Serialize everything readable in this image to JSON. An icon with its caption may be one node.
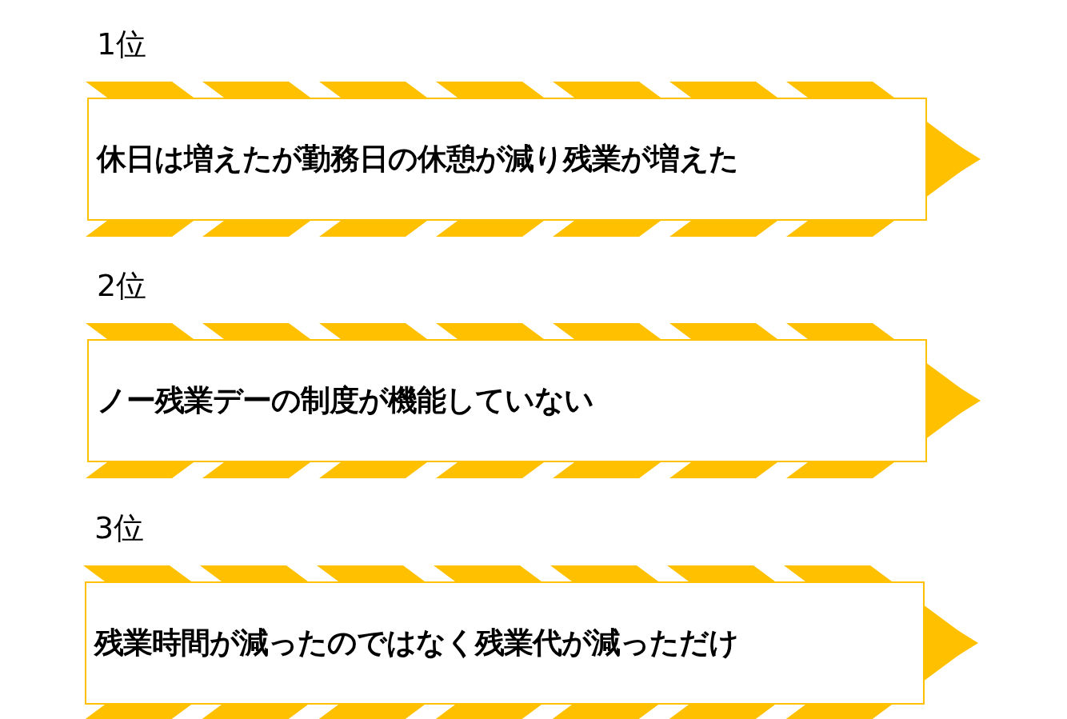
{
  "diagram": {
    "nodes": [
      {
        "text": [
          "1位",
          "休日は増えたが勤務日の休憩が減り残業が増えた"
        ]
      },
      {
        "text": [
          "2位",
          "ノー残業デーの制度が機能していない"
        ]
      },
      {
        "text": [
          "3位",
          "残業時間が減ったのではなく残業代が減っただけ"
        ]
      }
    ]
  }
}
